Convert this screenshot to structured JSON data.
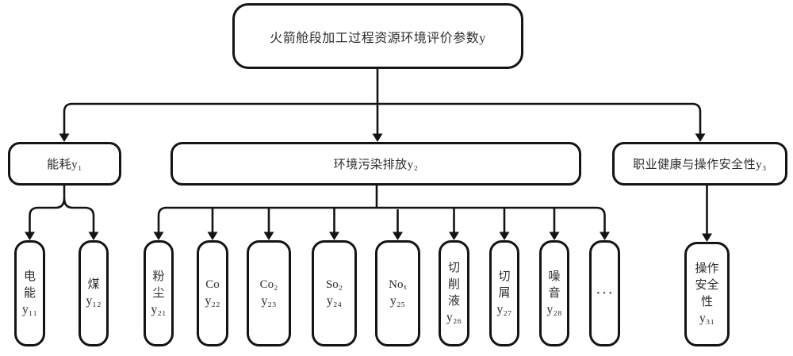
{
  "colors": {
    "line": "#141414",
    "box_border": "#141414",
    "text": "#2e2e2e",
    "background": "#ffffff"
  },
  "diagram": {
    "root": {
      "label": "火箭舱段加工过程资源环境评价参数y"
    },
    "branches": [
      {
        "id": "energy",
        "label": "能耗y₁"
      },
      {
        "id": "pollution",
        "label": "环境污染排放y₂"
      },
      {
        "id": "health",
        "label": "职业健康与操作安全性y₃"
      }
    ],
    "leaves": [
      {
        "parent": "energy",
        "lines": [
          "电",
          "能"
        ],
        "code": "y₁₁"
      },
      {
        "parent": "energy",
        "lines": [
          "煤"
        ],
        "code": "y₁₂"
      },
      {
        "parent": "pollution",
        "lines": [
          "粉",
          "尘"
        ],
        "code": "y₂₁"
      },
      {
        "parent": "pollution",
        "lines": [
          "Co"
        ],
        "code": "y₂₂"
      },
      {
        "parent": "pollution",
        "lines": [
          "Co₂"
        ],
        "code": "y₂₃"
      },
      {
        "parent": "pollution",
        "lines": [
          "So₂"
        ],
        "code": "y₂₄"
      },
      {
        "parent": "pollution",
        "lines": [
          "Noₓ"
        ],
        "code": "y₂₅"
      },
      {
        "parent": "pollution",
        "lines": [
          "切",
          "削",
          "液"
        ],
        "code": "y₂₆"
      },
      {
        "parent": "pollution",
        "lines": [
          "切",
          "屑"
        ],
        "code": "y₂₇"
      },
      {
        "parent": "pollution",
        "lines": [
          "噪",
          "音"
        ],
        "code": "y₂₈"
      },
      {
        "parent": "pollution",
        "lines": [
          "···"
        ],
        "code": ""
      },
      {
        "parent": "health",
        "lines": [
          "操作",
          "安全",
          "性"
        ],
        "code": "y₃₁"
      }
    ]
  }
}
